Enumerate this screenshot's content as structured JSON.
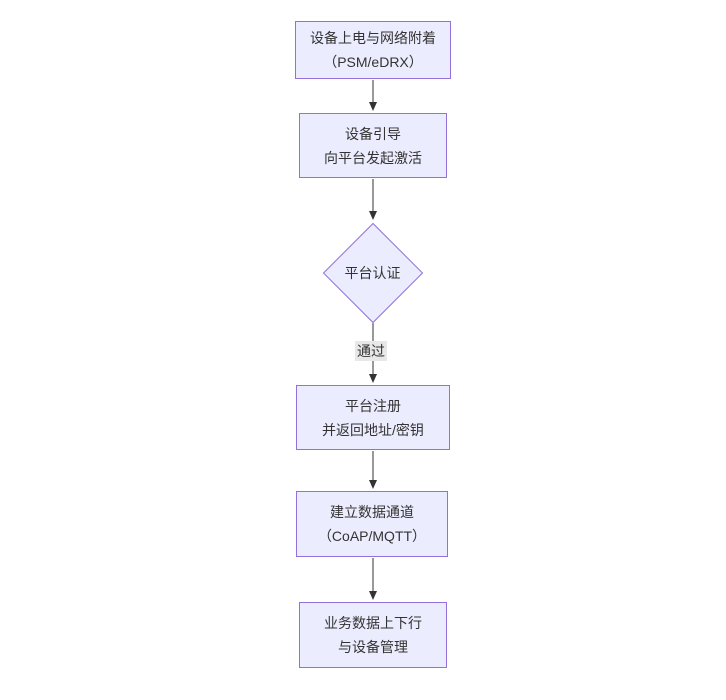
{
  "diagram": {
    "type": "flowchart",
    "direction": "top-down",
    "colors": {
      "background": "#ffffff",
      "node_fill": "#ECECFF",
      "node_border": "#9370DB",
      "text": "#333333",
      "arrow": "#333333",
      "edge_label_bg": "#e8e8e8"
    },
    "nodes": [
      {
        "id": "power-attach",
        "shape": "rect",
        "lines": [
          "设备上电与网络附着",
          "（PSM/eDRX）"
        ]
      },
      {
        "id": "bootstrap",
        "shape": "rect",
        "lines": [
          "设备引导",
          "向平台发起激活"
        ]
      },
      {
        "id": "platform-auth",
        "shape": "diamond",
        "lines": [
          "平台认证"
        ]
      },
      {
        "id": "platform-register",
        "shape": "rect",
        "lines": [
          "平台注册",
          "并返回地址/密钥"
        ]
      },
      {
        "id": "data-channel",
        "shape": "rect",
        "lines": [
          "建立数据通道",
          "（CoAP/MQTT）"
        ]
      },
      {
        "id": "business-mgmt",
        "shape": "rect",
        "lines": [
          "业务数据上下行",
          "与设备管理"
        ]
      }
    ],
    "edges": [
      {
        "from": "power-attach",
        "to": "bootstrap",
        "label": ""
      },
      {
        "from": "bootstrap",
        "to": "platform-auth",
        "label": ""
      },
      {
        "from": "platform-auth",
        "to": "platform-register",
        "label": "通过"
      },
      {
        "from": "platform-register",
        "to": "data-channel",
        "label": ""
      },
      {
        "from": "data-channel",
        "to": "business-mgmt",
        "label": ""
      }
    ]
  }
}
